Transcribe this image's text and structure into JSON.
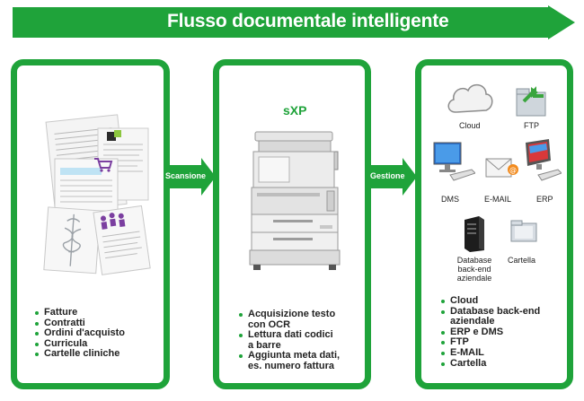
{
  "header": {
    "title": "Flusso documentale intelligente"
  },
  "connectors": {
    "scan_label": "Scansione",
    "manage_label": "Gestione"
  },
  "panel_input": {
    "items": [
      "Fatture",
      "Contratti",
      "Ordini d'acquisto",
      "Curricula",
      "Cartelle cliniche"
    ]
  },
  "panel_sxp": {
    "title": "sXP",
    "items": [
      "Acquisizione testo con OCR",
      "Lettura dati codici a barre",
      "Aggiunta meta dati, es. numero fattura"
    ]
  },
  "panel_output": {
    "icons": {
      "cloud": "Cloud",
      "ftp": "FTP",
      "dms": "DMS",
      "email": "E-MAIL",
      "erp": "ERP",
      "database": "Database back-end aziendale",
      "folder": "Cartella"
    },
    "items": [
      "Cloud",
      "Database back-end aziendale",
      "ERP e DMS",
      "FTP",
      "E-MAIL",
      "Cartella"
    ]
  },
  "colors": {
    "accent": "#1fa33a"
  }
}
